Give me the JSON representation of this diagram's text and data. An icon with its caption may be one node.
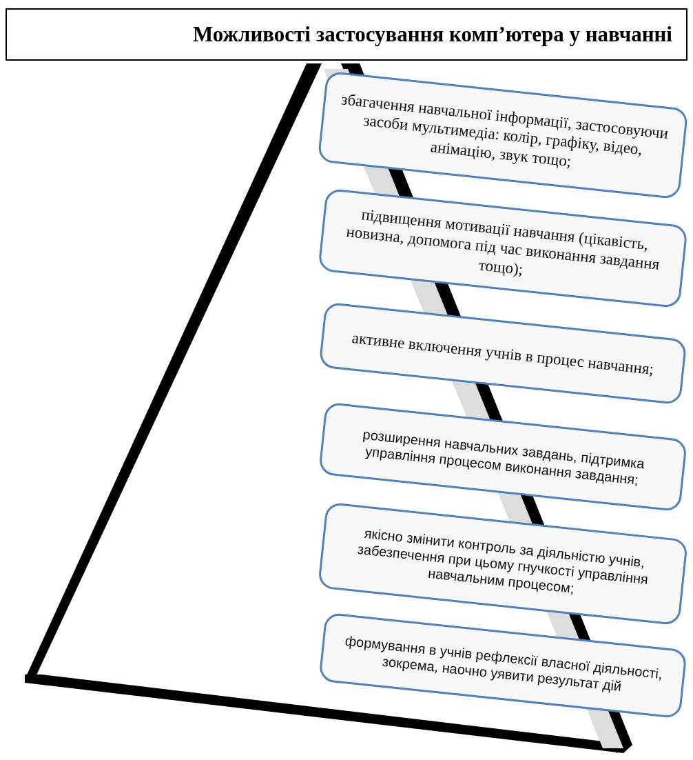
{
  "diagram": {
    "nodes": [
      {
        "text": [
          "Можливості застосування комп’ютера у навчанні"
        ]
      },
      {
        "text": [
          "збагачення навчальної інформації, застосовуючи засоби мультимедіа: колір, графіку, відео, анімацію, звук тощо;"
        ]
      },
      {
        "text": [
          "підвищення мотивації навчання (цікавість, новизна, допомога під час виконання завдання тощо);"
        ]
      },
      {
        "text": [
          "активне включення учнів в процес навчання;"
        ]
      },
      {
        "text": [
          "розширення навчальних завдань, підтримка управління процесом виконання завдання;"
        ]
      },
      {
        "text": [
          "якісно змінити контроль за діяльністю учнів, забезпечення при цьому гнучкості управління навчальним процесом;"
        ]
      },
      {
        "text": [
          "формування в учнів рефлексії власної діяльності, зокрема, наочно уявити результат дій"
        ]
      }
    ]
  }
}
